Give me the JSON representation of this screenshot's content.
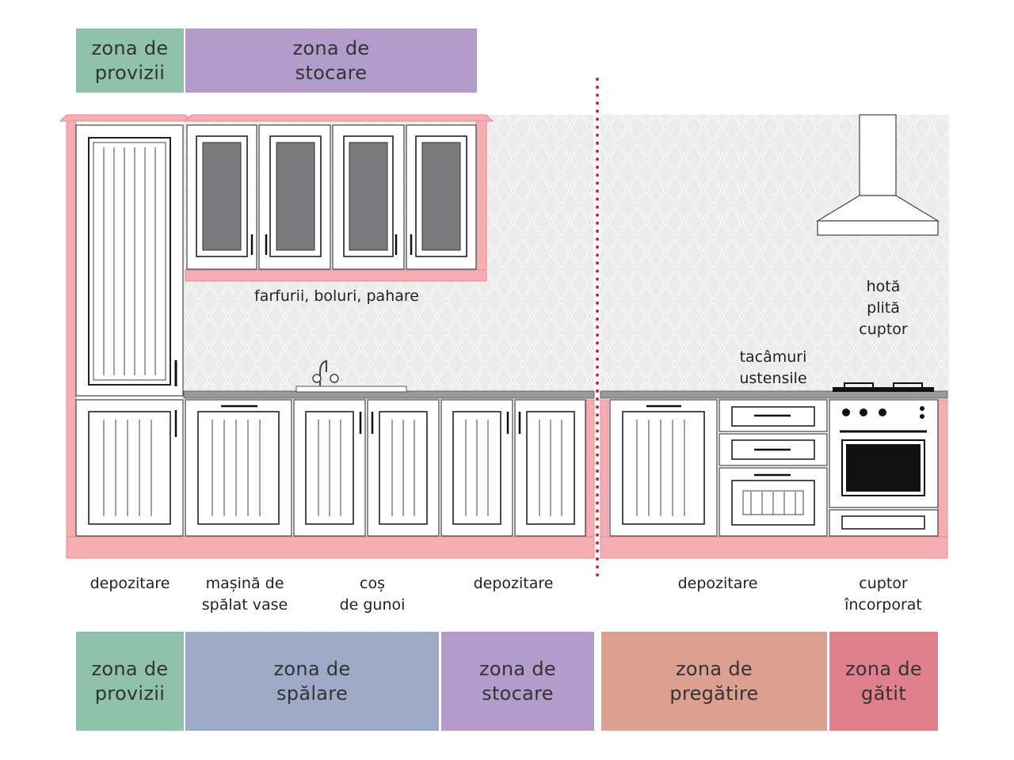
{
  "top_zones": [
    {
      "text": "zona de\nprovizii",
      "color": "#8fc2a9"
    },
    {
      "text": "zona de\nstocare",
      "color": "#b39ccb"
    }
  ],
  "annotations": {
    "upper_cabinets": "farfurii, boluri, pahare",
    "hood_group": "hotă\nplită\ncuptor",
    "drawers": "tacâmuri\nustensile"
  },
  "base_labels": [
    "depozitare",
    "mașină de\nspălat vase",
    "coș\nde gunoi",
    "depozitare",
    "depozitare",
    "cuptor\nîncorporat"
  ],
  "bottom_zones": [
    {
      "text": "zona de\nprovizii",
      "color": "#8fc2a9"
    },
    {
      "text": "zona de\nspălare",
      "color": "#9eaac8"
    },
    {
      "text": "zona de\nstocare",
      "color": "#b39ccb"
    },
    {
      "text": "zona de\npregătire",
      "color": "#dba090"
    },
    {
      "text": "zona de\ngătit",
      "color": "#e0808c"
    }
  ],
  "colors": {
    "frame_pink": "#f4aeb1",
    "frame_pink_border": "#e58a92",
    "divider_red": "#d0263a",
    "glass_grey": "#7a7a7c",
    "countertop": "#9a9a9a",
    "tile_line": "#c8c8c8",
    "tile_bg": "#ececec"
  }
}
